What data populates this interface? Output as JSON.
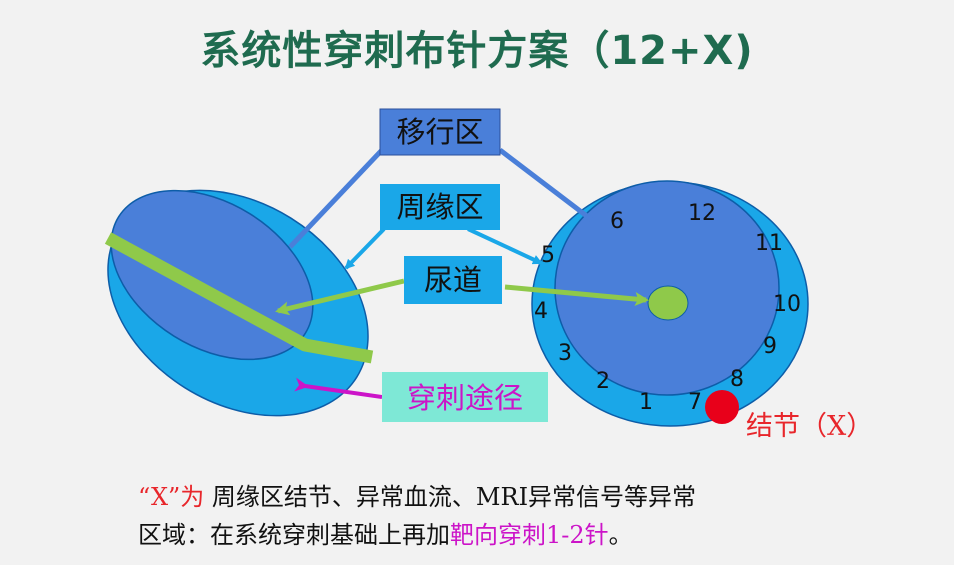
{
  "title": "系统性穿刺布针方案（12+X)",
  "labels": {
    "transition_zone": "移行区",
    "peripheral_zone": "周缘区",
    "urethra": "尿道",
    "puncture_path": "穿刺途径",
    "nodule": "结节（X）"
  },
  "clock_numbers": [
    "6",
    "12",
    "11",
    "5",
    "10",
    "4",
    "9",
    "3",
    "8",
    "2",
    "1",
    "7"
  ],
  "caption": {
    "line1_quote": "“X”为",
    "line1_text": " 周缘区结节、异常血流、MRI异常信号等异常",
    "line2_text": "区域：在系统穿刺基础上再加",
    "line2_highlight": "靶向穿刺1-2针",
    "line2_end": "。"
  },
  "colors": {
    "title": "#1f6b4f",
    "outer_zone": "#1aa7e8",
    "inner_zone": "#4a7fd9",
    "urethra": "#8fc94a",
    "label_box_blue": "#4a7fd9",
    "label_box_cyan": "#1aa7e8",
    "label_box_mint": "#7ee8d6",
    "nodule": "#e8001a",
    "highlight_red": "#e8262b",
    "highlight_magenta": "#cc14c8"
  }
}
